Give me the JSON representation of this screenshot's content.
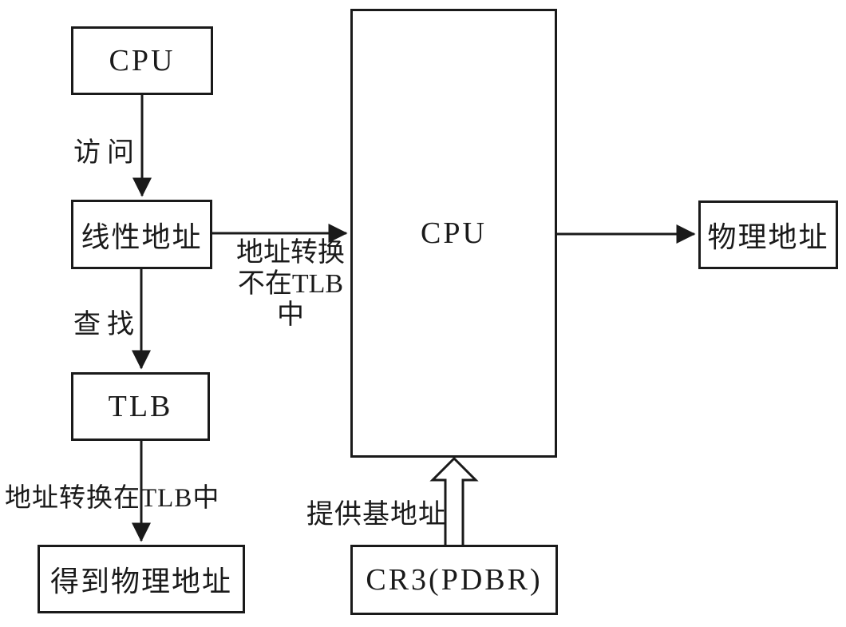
{
  "diagram": {
    "background_color": "#ffffff",
    "stroke_color": "#1a1a1a",
    "nodes": [
      {
        "id": "cpu-source",
        "label": "CPU"
      },
      {
        "id": "linear-address",
        "label": "线性地址"
      },
      {
        "id": "tlb",
        "label": "TLB"
      },
      {
        "id": "physical-address-result",
        "label": "得到物理地址"
      },
      {
        "id": "cpu-translator",
        "label": "CPU"
      },
      {
        "id": "physical-address",
        "label": "物理地址"
      },
      {
        "id": "cr3-register",
        "label": "CR3(PDBR)"
      }
    ],
    "edges": [
      {
        "from": "cpu-source",
        "to": "linear-address",
        "label": "访问"
      },
      {
        "from": "linear-address",
        "to": "tlb",
        "label": "查找"
      },
      {
        "from": "tlb",
        "to": "physical-address-result",
        "label": "地址转换在TLB中"
      },
      {
        "from": "linear-address",
        "to": "cpu-translator",
        "label_line1": "地址转换",
        "label_line2": "不在TLB中"
      },
      {
        "from": "cpu-translator",
        "to": "physical-address",
        "label": ""
      },
      {
        "from": "cr3-register",
        "to": "cpu-translator",
        "label": "提供基地址",
        "style": "hollow"
      }
    ]
  }
}
